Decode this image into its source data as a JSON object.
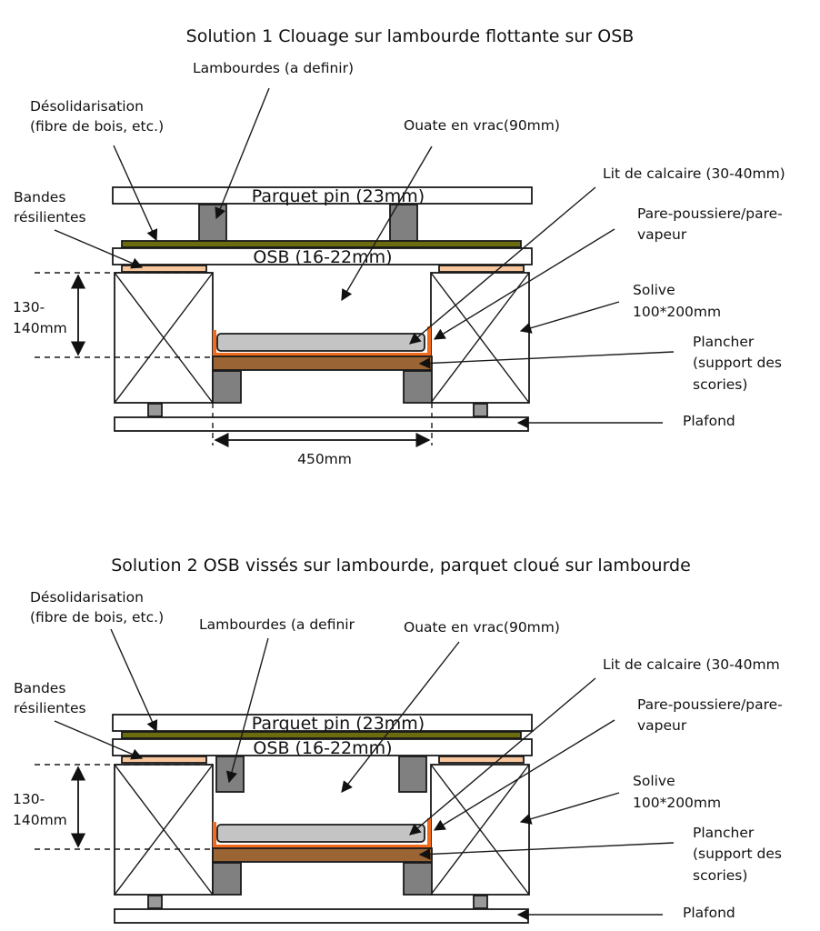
{
  "colors": {
    "board": "#ffffff",
    "joist_block": "#808080",
    "small_block": "#999999",
    "decoupling": "#6b6b10",
    "resilient": "#f8c69c",
    "limestone": "#c4c4c4",
    "vapor_barrier": "#f26b1d",
    "plancher": "#9a6434",
    "stroke": "#1a1a1a"
  },
  "diagrams": [
    {
      "id": "solution-1",
      "title": "Solution 1 Clouage sur lambourde flottante sur OSB",
      "variant": "floating",
      "inline_labels": {
        "parquet": "Parquet pin (23mm)",
        "osb": "OSB  (16-22mm)"
      },
      "callouts": {
        "lambourdes": "Lambourdes (a definir)",
        "desolidarisation": [
          "Désolidarisation",
          "(fibre de bois, etc.)"
        ],
        "ouate": "Ouate en vrac(90mm)",
        "lit_calcaire": "Lit de calcaire (30-40mm)",
        "pare_poussiere": [
          "Pare-poussiere/pare-",
          "vapeur"
        ],
        "bandes": [
          "Bandes",
          "résilientes"
        ],
        "solive": [
          "Solive",
          "100*200mm"
        ],
        "plancher": [
          "Plancher",
          "(support des",
          "scories)"
        ],
        "plafond": "Plafond",
        "height_dim": [
          "130-",
          "140mm"
        ],
        "spacing_dim": "450mm"
      }
    },
    {
      "id": "solution-2",
      "title": "Solution 2 OSB vissés sur lambourde, parquet cloué sur lambourde",
      "variant": "screwed",
      "inline_labels": {
        "parquet": "Parquet pin (23mm)",
        "osb": "OSB  (16-22mm)"
      },
      "callouts": {
        "lambourdes": "Lambourdes (a definir",
        "desolidarisation": [
          "Désolidarisation",
          "(fibre de bois, etc.)"
        ],
        "ouate": "Ouate en vrac(90mm)",
        "lit_calcaire": "Lit de calcaire (30-40mm",
        "pare_poussiere": [
          "Pare-poussiere/pare-",
          "vapeur"
        ],
        "bandes": [
          "Bandes",
          "résilientes"
        ],
        "solive": [
          "Solive",
          "100*200mm"
        ],
        "plancher": [
          "Plancher",
          "(support des",
          "scories)"
        ],
        "plafond": "Plafond",
        "height_dim": [
          "130-",
          "140mm"
        ]
      }
    }
  ]
}
